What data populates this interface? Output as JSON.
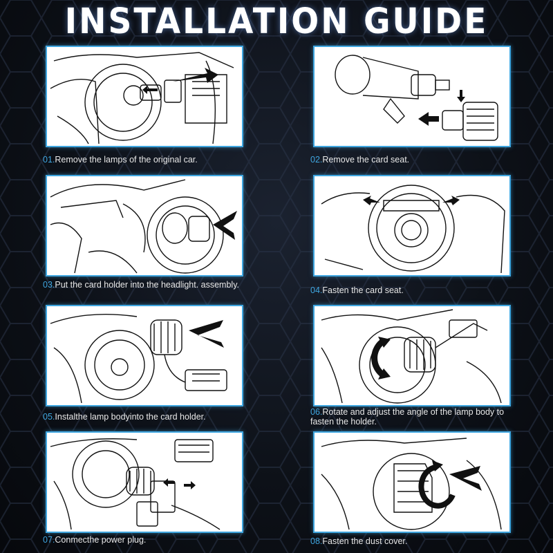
{
  "title": "INSTALLATION GUIDE",
  "colors": {
    "accent": "#3fa6e0",
    "panel_border": "#3fa6e0",
    "text": "#e8e8e8",
    "background": "#0d1118"
  },
  "steps": [
    {
      "num": "01.",
      "text": "Remove the lamps of the original car."
    },
    {
      "num": "02.",
      "text": "Remove the card seat."
    },
    {
      "num": "03.",
      "text": "Put the card holder into the headlight. assembly."
    },
    {
      "num": "04.",
      "text": "Fasten the card seat."
    },
    {
      "num": "05.",
      "text": "Instalthe lamp bodyinto the card holder."
    },
    {
      "num": "06.",
      "text": "Rotate and adjust the angle of the lamp body to fasten the holder."
    },
    {
      "num": "07.",
      "text": "Conmecthe power plug."
    },
    {
      "num": "08.",
      "text": "Fasten the dust cover."
    }
  ]
}
